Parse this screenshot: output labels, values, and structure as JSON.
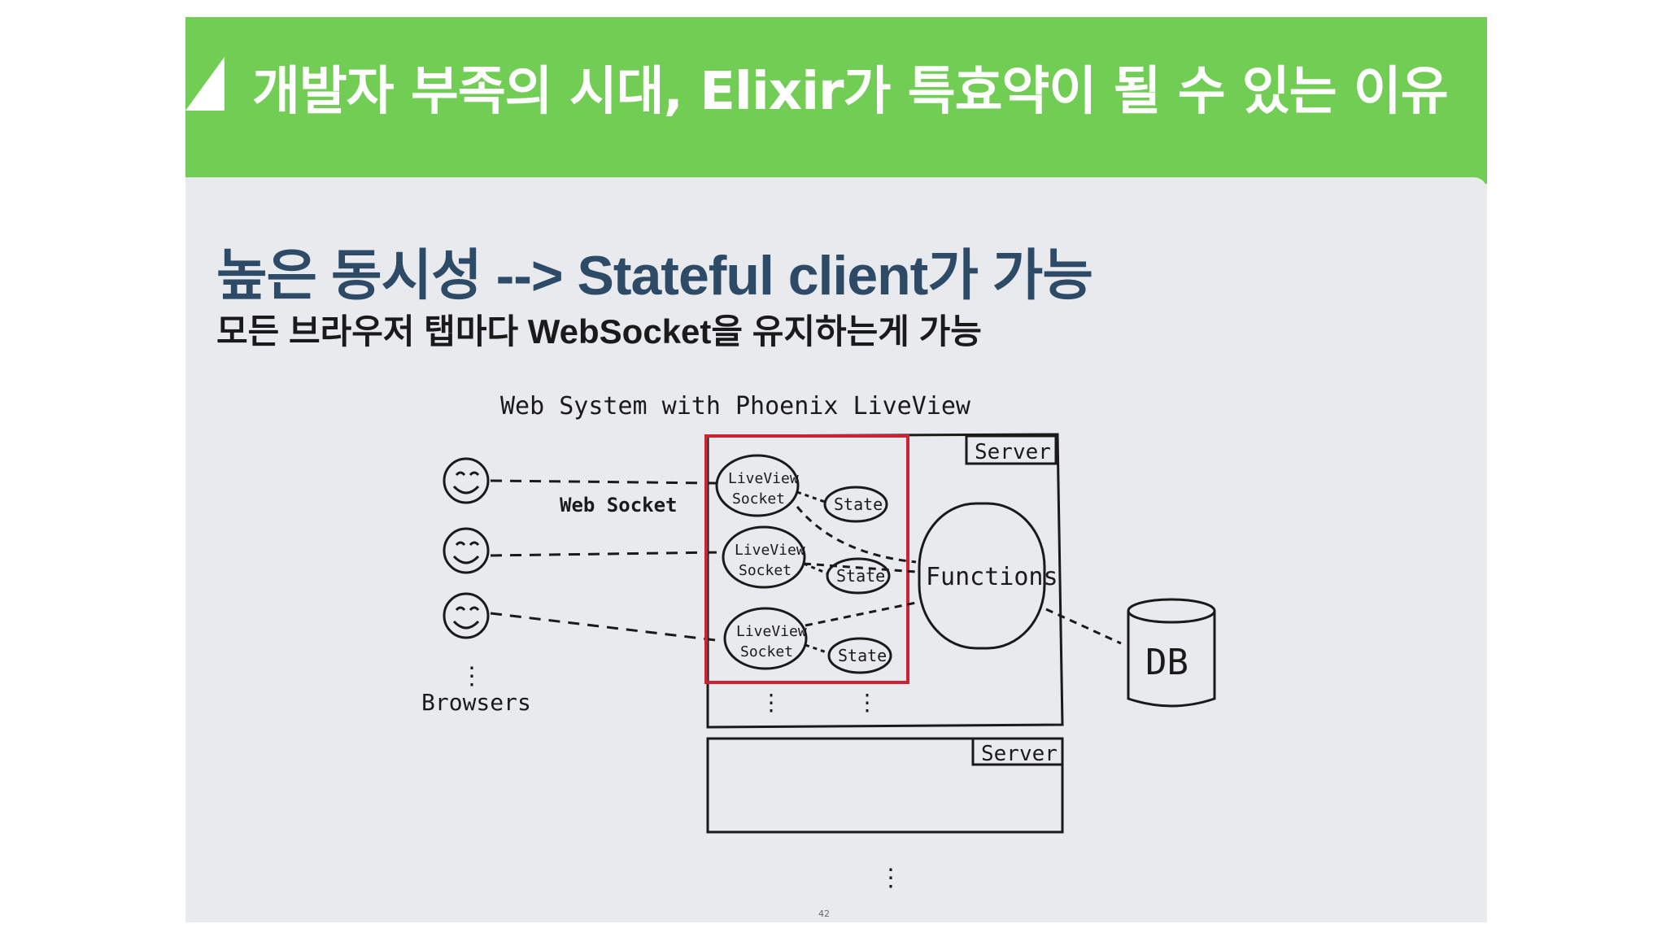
{
  "banner": {
    "title": "개발자 부족의 시대,  Elixir가 특효약이 될 수 있는 이유"
  },
  "headline": "높은 동시성 --> Stateful client가 가능",
  "subheadline": "모든 브라우저 탭마다 WebSocket을 유지하는게 가능",
  "diagram": {
    "title": "Web System with Phoenix LiveView",
    "server_label": "Server",
    "server2_label": "Server",
    "websocket_label": "Web Socket",
    "browsers_label": "Browsers",
    "functions_label": "Functions",
    "db_label": "DB",
    "liveview_line1": "LiveView",
    "liveview_line2": "Socket",
    "state_label": "State",
    "ellipsis": "⋮",
    "highlight_color": "#cc2233"
  },
  "page_number": "42",
  "colors": {
    "banner_green": "#72cd55",
    "headline_blue": "#2d4a66",
    "slide_bg": "#e9eaee"
  }
}
